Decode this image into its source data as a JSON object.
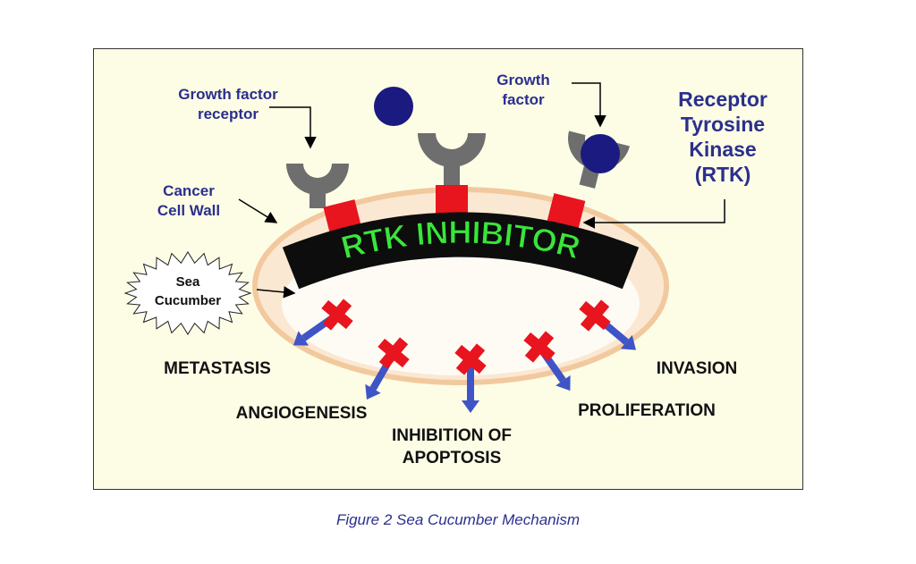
{
  "labels": {
    "gf_receptor": "Growth factor\nreceptor",
    "growth_factor": "Growth\nfactor",
    "rtk": "Receptor\nTyrosine\nKinase\n(RTK)",
    "cancer_wall": "Cancer\nCell Wall",
    "sea_cucumber": "Sea\nCucumber",
    "inhibitor_banner": "RTK INHIBITOR"
  },
  "effects": {
    "metastasis": "METASTASIS",
    "angiogenesis": "ANGIOGENESIS",
    "inhibition_of_apoptosis": "INHIBITION OF\nAPOPTOSIS",
    "proliferation": "PROLIFERATION",
    "invasion": "INVASION"
  },
  "caption": "Figure 2  Sea Cucumber Mechanism",
  "colors": {
    "panel": "#fdfde6",
    "cell_fill": "#fbe8d2",
    "cell_border": "#f2c99e",
    "receptor": "#6e6e6e",
    "kinase": "#e8141e",
    "ligand": "#1a1a80",
    "banner": "#0d0d0d",
    "banner_text": "#39e63a",
    "label_blue": "#2b2f8c",
    "arrow_blue": "#3f54c6",
    "cross_red": "#e8141e"
  }
}
